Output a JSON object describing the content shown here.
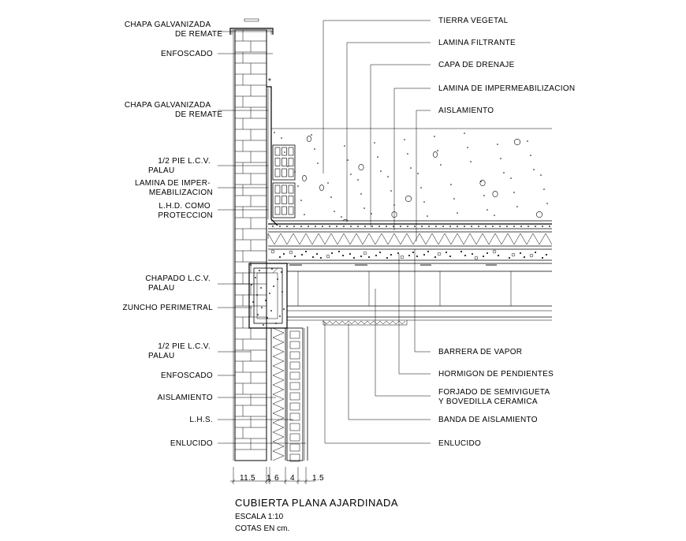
{
  "left_labels": [
    {
      "lines": [
        "CHAPA GALVANIZADA",
        "DE REMATE"
      ]
    },
    {
      "lines": [
        "ENFOSCADO"
      ]
    },
    {
      "lines": [
        "CHAPA GALVANIZADA",
        "DE REMATE"
      ]
    },
    {
      "lines": [
        "1/2 PIE L.C.V.",
        "PALAU"
      ]
    },
    {
      "lines": [
        "LAMINA DE IMPER-",
        "MEABILIZACION"
      ]
    },
    {
      "lines": [
        "L.H.D. COMO",
        "PROTECCION"
      ]
    },
    {
      "lines": [
        "CHAPADO L.C.V.",
        "PALAU"
      ]
    },
    {
      "lines": [
        "ZUNCHO PERIMETRAL"
      ]
    },
    {
      "lines": [
        "1/2 PIE L.C.V.",
        "PALAU"
      ]
    },
    {
      "lines": [
        "ENFOSCADO"
      ]
    },
    {
      "lines": [
        "AISLAMIENTO"
      ]
    },
    {
      "lines": [
        "L.H.S."
      ]
    },
    {
      "lines": [
        "ENLUCIDO"
      ]
    }
  ],
  "right_labels": [
    {
      "lines": [
        "TIERRA VEGETAL"
      ]
    },
    {
      "lines": [
        "LAMINA FILTRANTE"
      ]
    },
    {
      "lines": [
        "CAPA DE DRENAJE"
      ]
    },
    {
      "lines": [
        "LAMINA DE IMPERMEABILIZACION"
      ]
    },
    {
      "lines": [
        "AISLAMIENTO"
      ]
    },
    {
      "lines": [
        "BARRERA DE VAPOR"
      ]
    },
    {
      "lines": [
        "HORMIGON DE PENDIENTES"
      ]
    },
    {
      "lines": [
        "FORJADO DE SEMIVIGUETA",
        "Y BOVEDILLA CERAMICA"
      ]
    },
    {
      "lines": [
        "BANDA DE AISLAMIENTO"
      ]
    },
    {
      "lines": [
        "ENLUCIDO"
      ]
    }
  ],
  "dimensions": [
    "11.5",
    "1",
    "6",
    "4",
    "1.5"
  ],
  "title": {
    "main": "CUBIERTA PLANA AJARDINADA",
    "scale": "ESCALA 1:10",
    "units": "COTAS EN cm."
  }
}
